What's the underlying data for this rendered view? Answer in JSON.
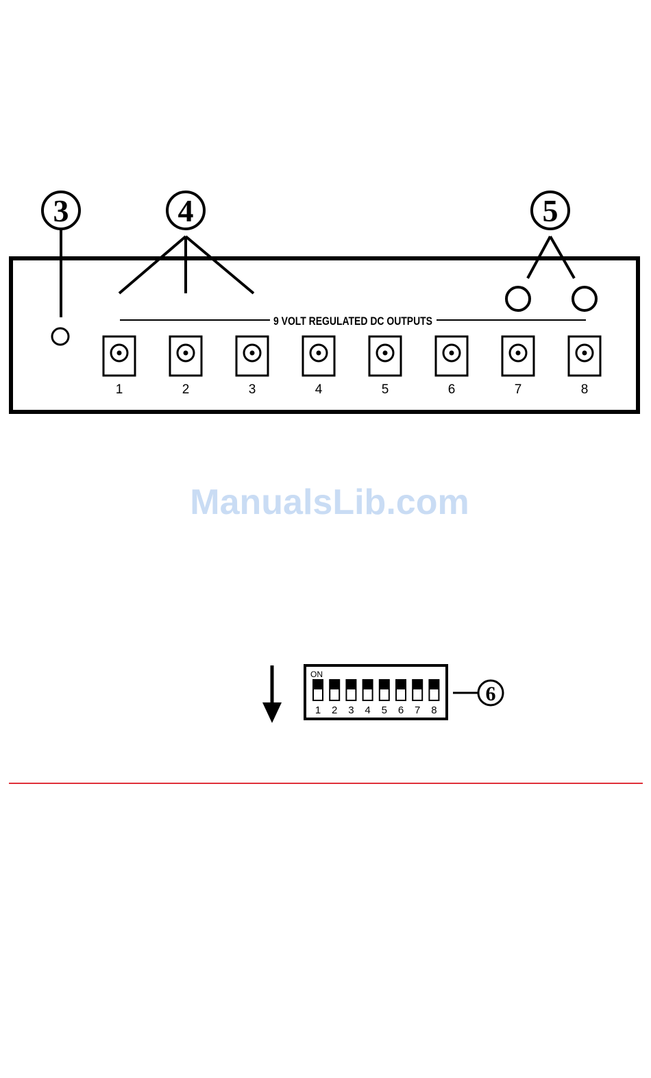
{
  "callouts": {
    "c3": "3",
    "c4": "4",
    "c5": "5",
    "c6": "6"
  },
  "panel": {
    "title": "9 VOLT REGULATED DC OUTPUTS",
    "outputs": [
      "1",
      "2",
      "3",
      "4",
      "5",
      "6",
      "7",
      "8"
    ]
  },
  "watermark": "ManualsLib.com",
  "dip_switch": {
    "on_label": "ON",
    "switches": [
      "1",
      "2",
      "3",
      "4",
      "5",
      "6",
      "7",
      "8"
    ]
  },
  "colors": {
    "ink": "#000000",
    "watermark": "#c9dcf4",
    "divider": "#e0303a"
  }
}
